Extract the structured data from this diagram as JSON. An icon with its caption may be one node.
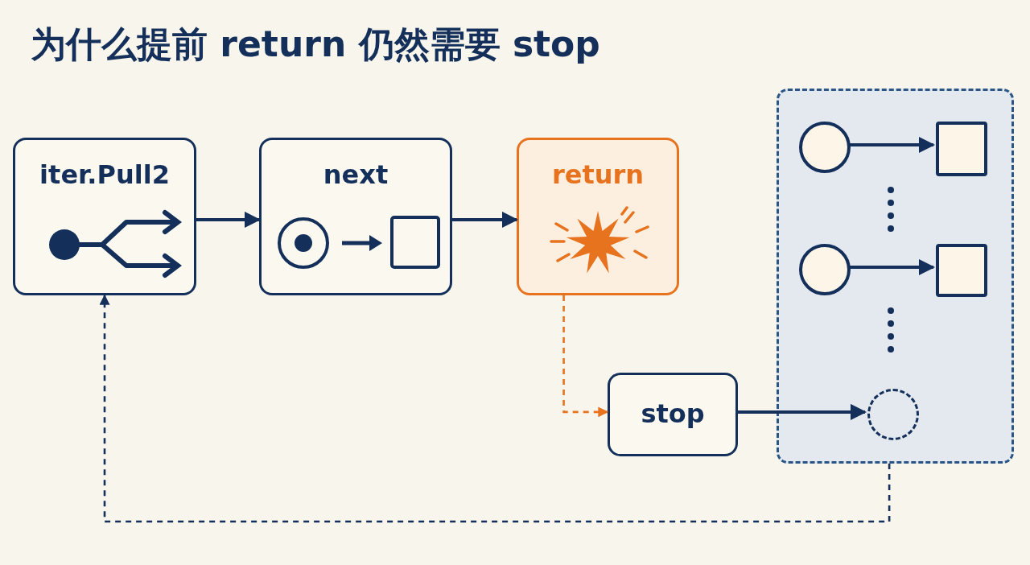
{
  "diagram": {
    "title": "为什么提前 return 仍然需要 stop",
    "nodes": [
      {
        "text": [
          "iter.Pull2"
        ]
      },
      {
        "text": [
          "next"
        ]
      },
      {
        "text": [
          "return"
        ]
      },
      {
        "text": [
          "stop"
        ]
      },
      {
        "text": [],
        "shape": "box"
      },
      {
        "text": [],
        "shape": "circle",
        "in": 4
      },
      {
        "text": [],
        "shape": "box",
        "in": 4
      },
      {
        "text": [],
        "shape": "circle",
        "in": 4
      },
      {
        "text": [],
        "shape": "box",
        "in": 4
      },
      {
        "text": [],
        "shape": "circle",
        "in": 4
      }
    ],
    "edges": [
      {
        "from": 0,
        "to": 1,
        "arrow": "to"
      },
      {
        "from": 1,
        "to": 2,
        "arrow": "to"
      },
      {
        "from": 2,
        "to": 3,
        "arrow": "to",
        "style": "dashed",
        "color": "#e8731f"
      },
      {
        "from": 3,
        "to": 9,
        "arrow": "to"
      },
      {
        "from": 4,
        "to": 0,
        "arrow": "to",
        "style": "dashed"
      },
      {
        "from": 5,
        "to": 6,
        "arrow": "to"
      },
      {
        "from": 7,
        "to": 8,
        "arrow": "to"
      }
    ]
  }
}
